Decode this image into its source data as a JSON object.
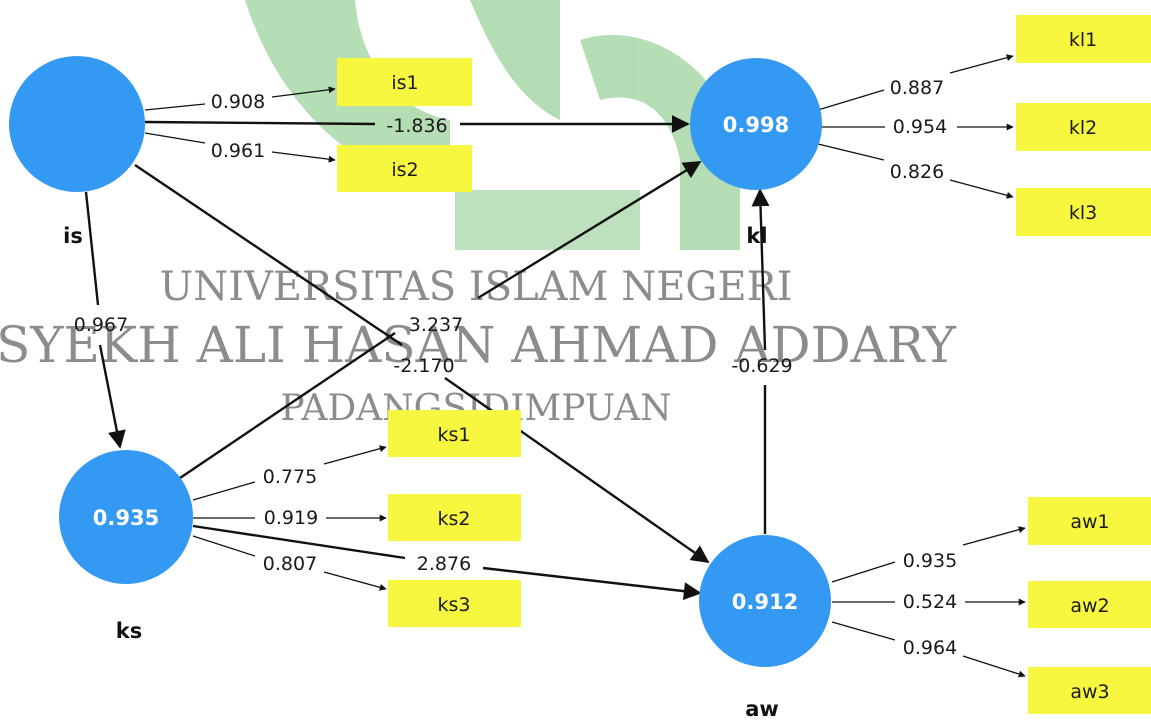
{
  "watermark": {
    "line1": "UNIVERSITAS ISLAM NEGERI",
    "line2": "SYEKH ALI HASAN AHMAD ADDARY",
    "line3": "PADANGSIDIMPUAN"
  },
  "constructs": {
    "is": {
      "name": "is",
      "r2": ""
    },
    "kl": {
      "name": "kl",
      "r2": "0.998"
    },
    "ks": {
      "name": "ks",
      "r2": "0.935"
    },
    "aw": {
      "name": "aw",
      "r2": "0.912"
    }
  },
  "indicators": {
    "is1": "is1",
    "is2": "is2",
    "kl1": "kl1",
    "kl2": "kl2",
    "kl3": "kl3",
    "ks1": "ks1",
    "ks2": "ks2",
    "ks3": "ks3",
    "aw1": "aw1",
    "aw2": "aw2",
    "aw3": "aw3"
  },
  "loadings": {
    "is_is1": "0.908",
    "is_is2": "0.961",
    "kl_kl1": "0.887",
    "kl_kl2": "0.954",
    "kl_kl3": "0.826",
    "ks_ks1": "0.775",
    "ks_ks2": "0.919",
    "ks_ks3": "0.807",
    "aw_aw1": "0.935",
    "aw_aw2": "0.524",
    "aw_aw3": "0.964"
  },
  "paths": {
    "is_kl": "-1.836",
    "is_ks": "0.967",
    "is_aw": "-2.170",
    "ks_kl": "3.237",
    "ks_aw": "2.876",
    "aw_kl": "-0.629"
  },
  "colors": {
    "construct_fill": "#3399f3",
    "indicator_fill": "#f7f740",
    "watermark_green": "#a8d8a8",
    "watermark_text": "#8c8c8c"
  }
}
